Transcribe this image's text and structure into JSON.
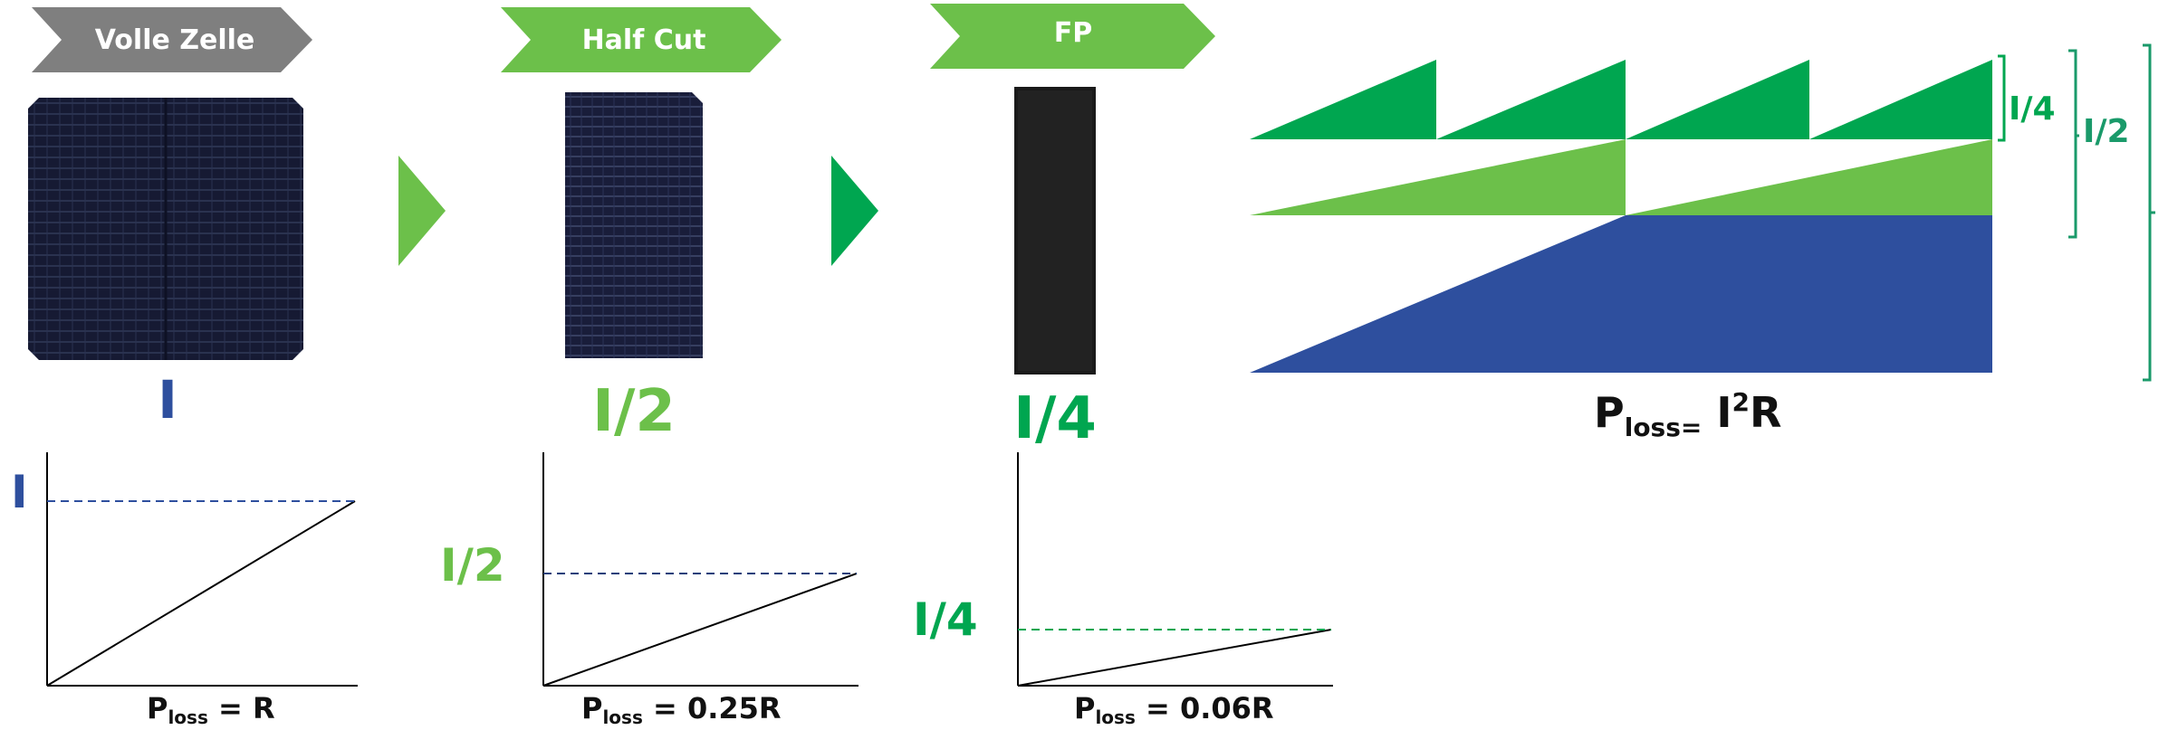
{
  "headers": [
    {
      "label": "Volle Zelle",
      "color": "#7f7f7f"
    },
    {
      "label": "Half Cut",
      "color": "#6cc04a"
    },
    {
      "label": "FP",
      "color": "#6cc04a"
    }
  ],
  "currents": {
    "full": "I",
    "half": "I/2",
    "fp": "I/4"
  },
  "colors": {
    "blue": "#2e4f9e",
    "light_green": "#6cc04a",
    "dark_green": "#00a650",
    "dark_blue": "#1f3f7a"
  },
  "formula": {
    "p": "P",
    "sub": "loss=",
    "i": " I",
    "sup": "2",
    "r": "R"
  },
  "brackets": {
    "quarter": "I/4",
    "half": "I/2"
  },
  "graphs": [
    {
      "ylabel": "I",
      "p": "P",
      "sub": "loss",
      "rest": " = R",
      "level": 1.0
    },
    {
      "ylabel": "I/2",
      "p": "P",
      "sub": "loss",
      "rest": " = 0.25R",
      "level": 0.5
    },
    {
      "ylabel": "I/4",
      "p": "P",
      "sub": "loss",
      "rest": " = 0.06R",
      "level": 0.25
    }
  ]
}
